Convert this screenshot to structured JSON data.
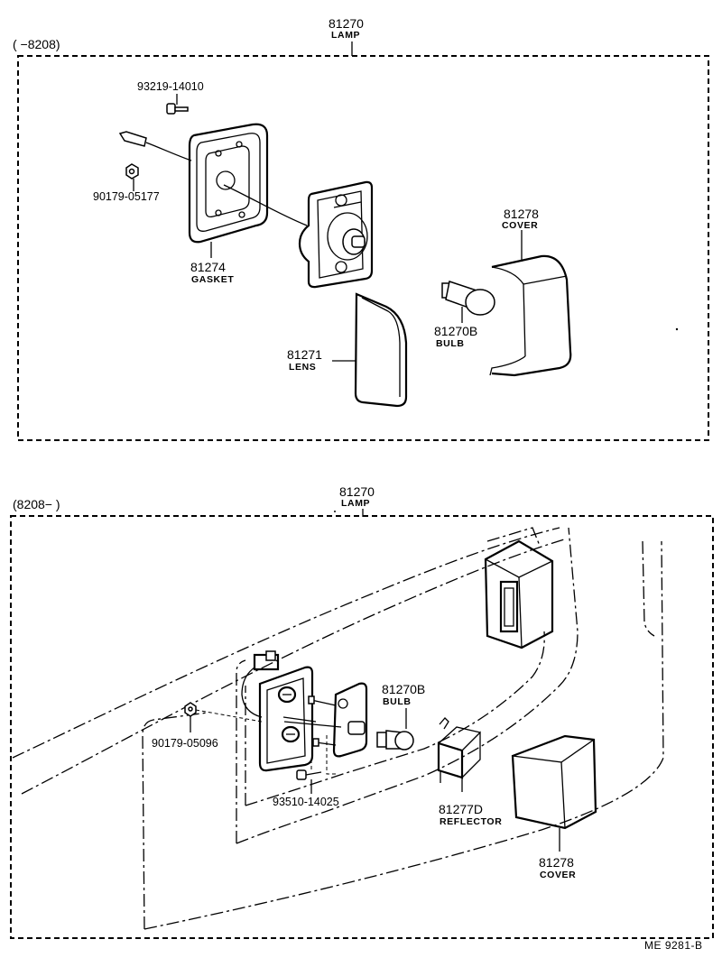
{
  "top": {
    "range": "(      −8208)",
    "assembly": {
      "number": "81270",
      "name": "LAMP"
    },
    "parts": [
      {
        "number": "93219-14010",
        "name": ""
      },
      {
        "number": "90179-05177",
        "name": ""
      },
      {
        "number": "81274",
        "name": "GASKET"
      },
      {
        "number": "81278",
        "name": "COVER"
      },
      {
        "number": "81270B",
        "name": "BULB"
      },
      {
        "number": "81271",
        "name": "LENS"
      }
    ]
  },
  "bottom": {
    "range": "(8208−        )",
    "assembly": {
      "number": "81270",
      "name": "LAMP"
    },
    "parts": [
      {
        "number": "81270B",
        "name": "BULB"
      },
      {
        "number": "90179-05096",
        "name": ""
      },
      {
        "number": "93510-14025",
        "name": ""
      },
      {
        "number": "81277D",
        "name": "REFLECTOR"
      },
      {
        "number": "81278",
        "name": "COVER"
      }
    ]
  },
  "footer": {
    "code": "ME  9281-B"
  }
}
